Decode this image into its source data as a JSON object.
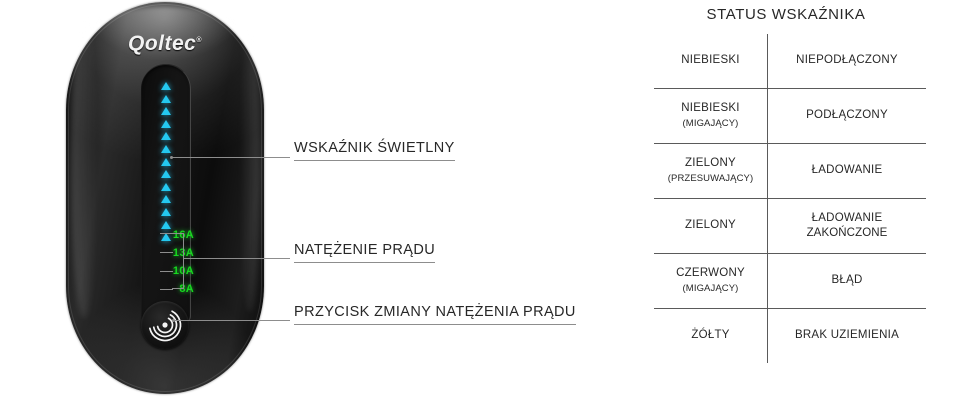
{
  "device": {
    "brand_logo": "Qoltec",
    "brand_mark": "®",
    "led_indicator": {
      "name": "light-indicator-strip",
      "color": "#24c8f0",
      "count": 13
    },
    "current_levels": [
      "16A",
      "13A",
      "10A",
      "8A"
    ],
    "current_level_color": "#17d91f",
    "button": {
      "name": "current-change-button",
      "icon": "concentric-waves-icon"
    }
  },
  "annotations": [
    {
      "id": "wskaznik-swietlny",
      "label": "WSKAŹNIK ŚWIETLNY"
    },
    {
      "id": "natezenie-pradu",
      "label": "NATĘŻENIE PRĄDU"
    },
    {
      "id": "przycisk-zmiany",
      "label": "PRZYCISK ZMIANY NATĘŻENIA PRĄDU"
    }
  ],
  "status_table": {
    "title": "STATUS WSKAŹNIKA",
    "rows": [
      {
        "color": "NIEBIESKI",
        "color_sub": "",
        "status": "NIEPODŁĄCZONY",
        "status_sub": ""
      },
      {
        "color": "NIEBIESKI",
        "color_sub": "(MIGAJĄCY)",
        "status": "PODŁĄCZONY",
        "status_sub": ""
      },
      {
        "color": "ZIELONY",
        "color_sub": "(PRZESUWAJĄCY)",
        "status": "ŁADOWANIE",
        "status_sub": ""
      },
      {
        "color": "ZIELONY",
        "color_sub": "",
        "status": "ŁADOWANIE",
        "status_sub": "ZAKOŃCZONE"
      },
      {
        "color": "CZERWONY",
        "color_sub": "(MIGAJĄCY)",
        "status": "BŁĄD",
        "status_sub": ""
      },
      {
        "color": "ŻÓŁTY",
        "color_sub": "",
        "status": "BRAK UZIEMIENIA",
        "status_sub": ""
      }
    ]
  },
  "colors": {
    "led_blue": "#24c8f0",
    "led_green": "#17d91f",
    "line_gray": "#8d8d8d",
    "text_dark": "#272727",
    "table_border": "#5a5a5a"
  }
}
